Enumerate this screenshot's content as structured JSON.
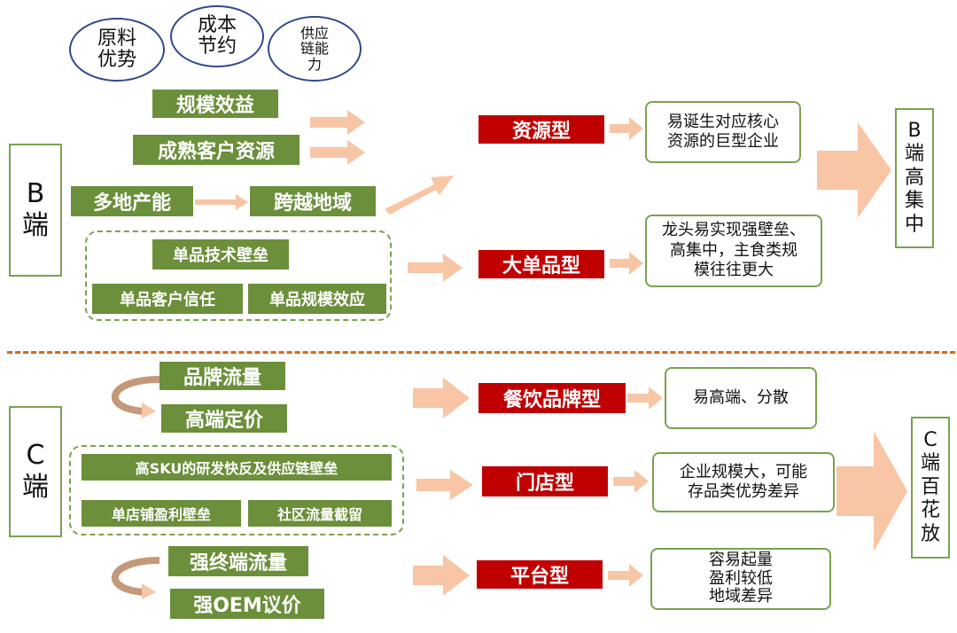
{
  "colors": {
    "green": "#6b8f3a",
    "red": "#c00000",
    "outline_green": "#7aa24e",
    "arrow_peach": "#f8c5a5",
    "divider_orange": "#d2691e",
    "ellipse_blue": "#2f4a8a",
    "curved_arrow_brown": "#c4997a"
  },
  "b_section": {
    "side_label": "B\n端",
    "ellipses": [
      "原料\n优势",
      "成本\n节约",
      "供应\n链能\n力"
    ],
    "factors": {
      "scale_benefit": "规模效益",
      "mature_clients": "成熟客户资源",
      "multi_region_capacity": "多地产能",
      "cross_region": "跨越地域",
      "single_tech_barrier": "单品技术壁垒",
      "single_client_trust": "单品客户信任",
      "single_scale_effect": "单品规模效应"
    },
    "types": {
      "resource_type": "资源型",
      "big_single_type": "大单品型"
    },
    "descriptions": {
      "resource_type": "易诞生对应核心\n资源的巨型企业",
      "big_single_type": "龙头易实现强壁垒、\n高集中，主食类规\n模往往更大"
    },
    "conclusion": "B\n端\n高\n集\n中"
  },
  "c_section": {
    "side_label": "C\n端",
    "factors": {
      "brand_traffic": "品牌流量",
      "high_end_pricing": "高端定价",
      "high_sku": "高SKU的研发快反及供应链壁垒",
      "store_profit_barrier": "单店铺盈利壁垒",
      "community_traffic": "社区流量截留",
      "strong_terminal_traffic": "强终端流量",
      "strong_oem_pricing": "强OEM议价"
    },
    "types": {
      "catering_brand": "餐饮品牌型",
      "store_type": "门店型",
      "platform_type": "平台型"
    },
    "descriptions": {
      "catering_brand": "易高端、分散",
      "store_type": "企业规模大，可能\n存品类优势差异",
      "platform_type": "容易起量\n盈利较低\n地域差异"
    },
    "conclusion": "C\n端\n百\n花\n放"
  }
}
